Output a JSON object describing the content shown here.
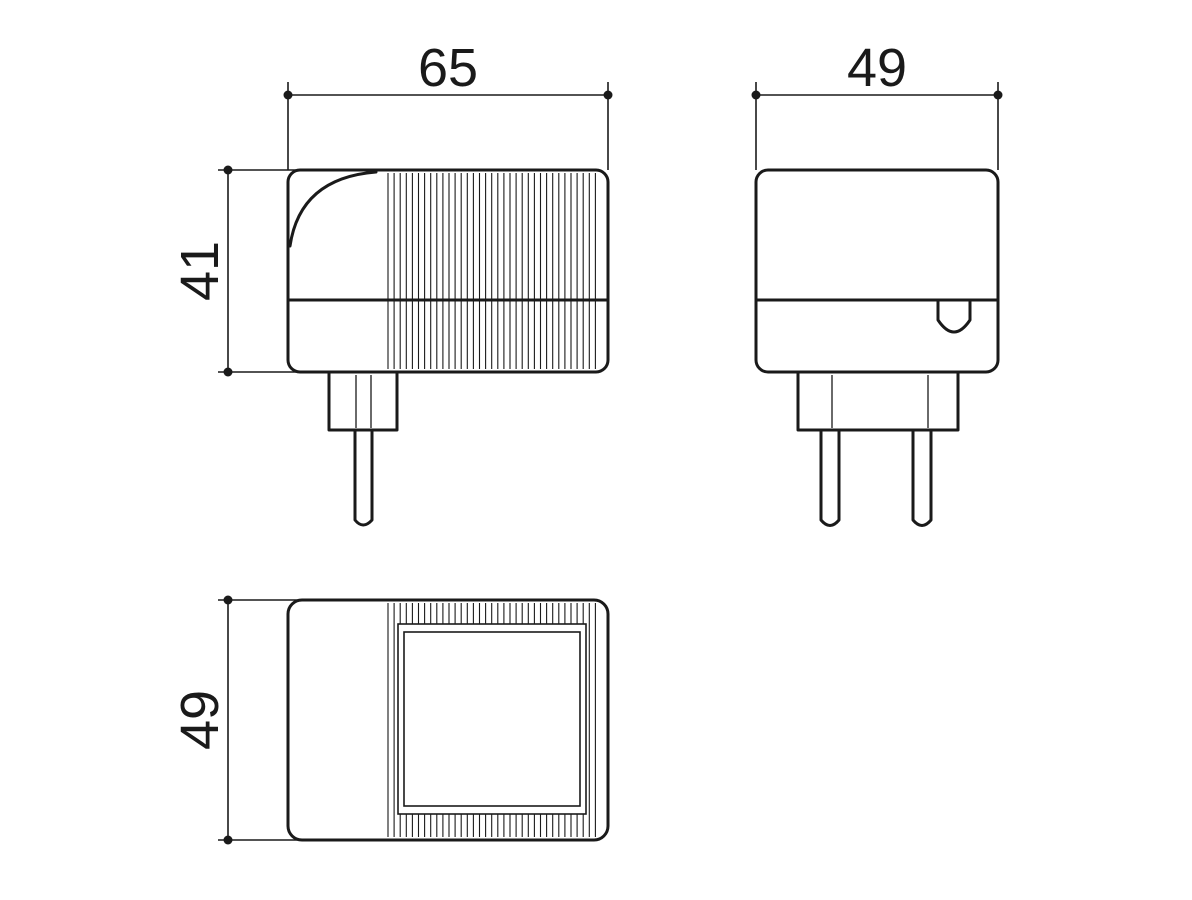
{
  "dimensions": {
    "side_width": "65",
    "side_height": "41",
    "front_width": "49",
    "bottom_depth": "49"
  },
  "colors": {
    "line": "#1a1a1a",
    "background": "#ffffff"
  }
}
